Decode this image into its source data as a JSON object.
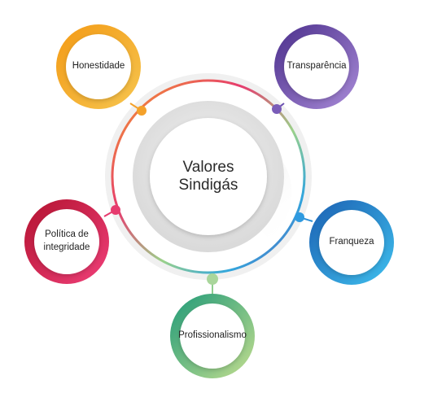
{
  "diagram": {
    "center": {
      "label": "Valores Sindigás"
    },
    "nodes": [
      {
        "id": "honestidade",
        "label": "Honestidade",
        "color_start": "#f7a21b",
        "color_end": "#f0c24a"
      },
      {
        "id": "transparencia",
        "label": "Transparência",
        "color_start": "#5b3f9a",
        "color_end": "#9b7fd0"
      },
      {
        "id": "franqueza",
        "label": "Franqueza",
        "color_start": "#1f6fc0",
        "color_end": "#3cb4ea"
      },
      {
        "id": "profissionalismo",
        "label": "Profissionalismo",
        "color_start": "#2fae7e",
        "color_end": "#b7d989"
      },
      {
        "id": "politica",
        "label": "Política de integridade",
        "color_start": "#c2183d",
        "color_end": "#ec3a73"
      }
    ]
  }
}
